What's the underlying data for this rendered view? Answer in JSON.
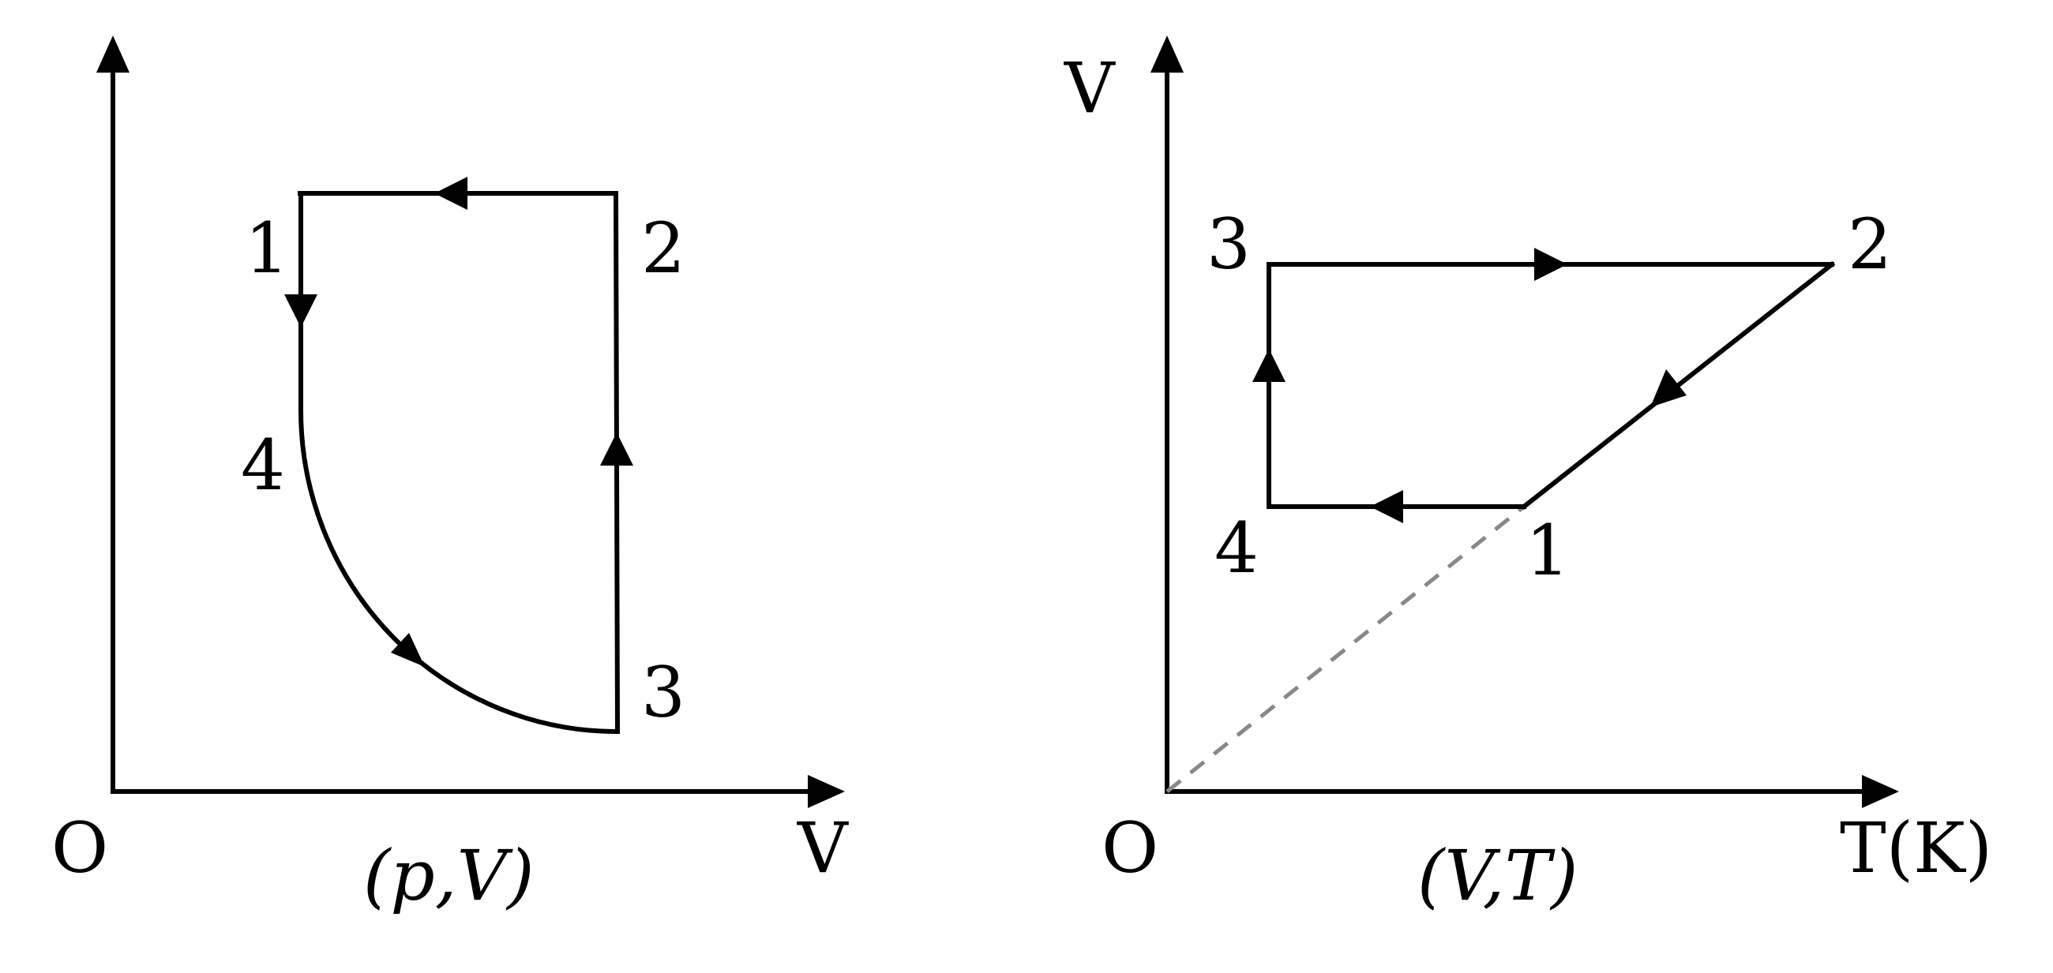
{
  "diagrams": [
    {
      "caption": "(p,V)",
      "origin_label": "O",
      "x_axis_label": "V",
      "y_axis_label": "",
      "points": [
        {
          "label": "1"
        },
        {
          "label": "2"
        },
        {
          "label": "3"
        },
        {
          "label": "4"
        }
      ]
    },
    {
      "caption": "(V,T)",
      "origin_label": "O",
      "x_axis_label": "T(K)",
      "y_axis_label": "V",
      "points": [
        {
          "label": "1"
        },
        {
          "label": "2"
        },
        {
          "label": "3"
        },
        {
          "label": "4"
        }
      ]
    }
  ],
  "colors": {
    "line": "#000000",
    "dashed_extension": "#888888"
  }
}
